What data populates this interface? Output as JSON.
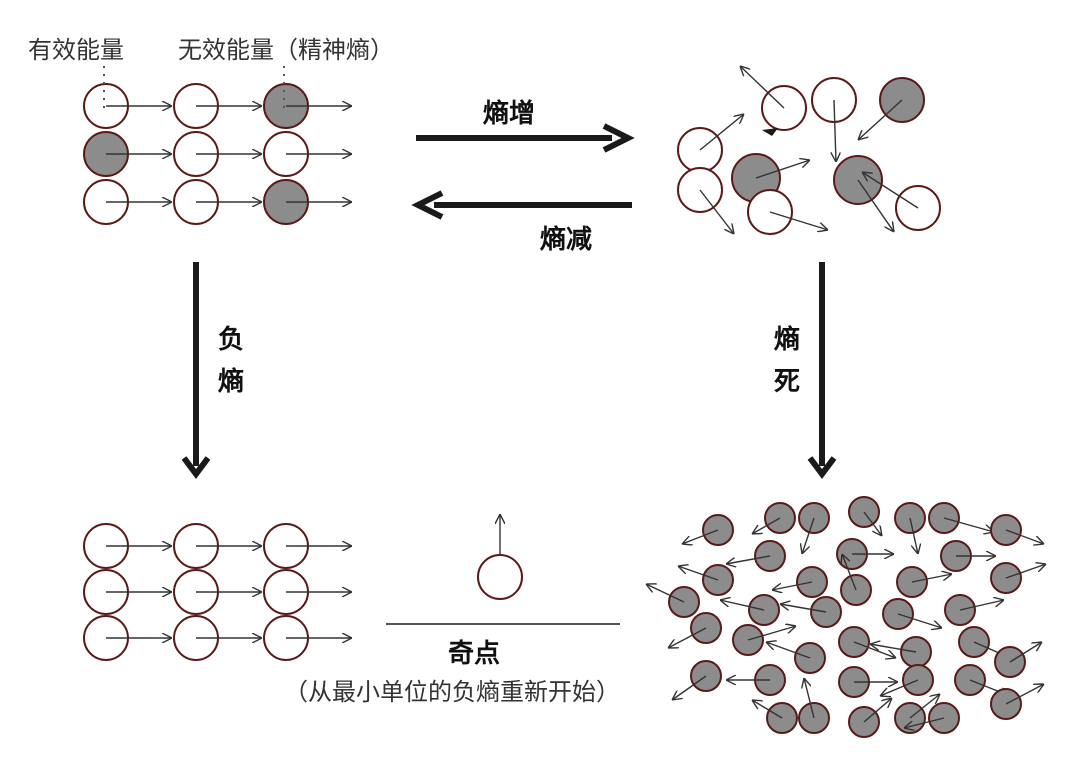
{
  "colors": {
    "outline": "#5a1a1a",
    "fill_white": "#ffffff",
    "fill_gray": "#8c8c8c",
    "arrow_thin": "#333333",
    "arrow_bold": "#1a1a1a"
  },
  "labels": {
    "effective_energy": "有效能量",
    "ineffective_energy": "无效能量（精神熵）",
    "entropy_increase": "熵增",
    "entropy_decrease": "熵减",
    "negative_entropy": "负熵",
    "heat_death": "熵死",
    "singularity": "奇点",
    "singularity_note": "（从最小单位的负熵重新开始）"
  },
  "icons": {
    "arrow_right": "arrow-right-icon",
    "arrow_left": "arrow-left-icon",
    "arrow_down": "arrow-down-icon"
  }
}
